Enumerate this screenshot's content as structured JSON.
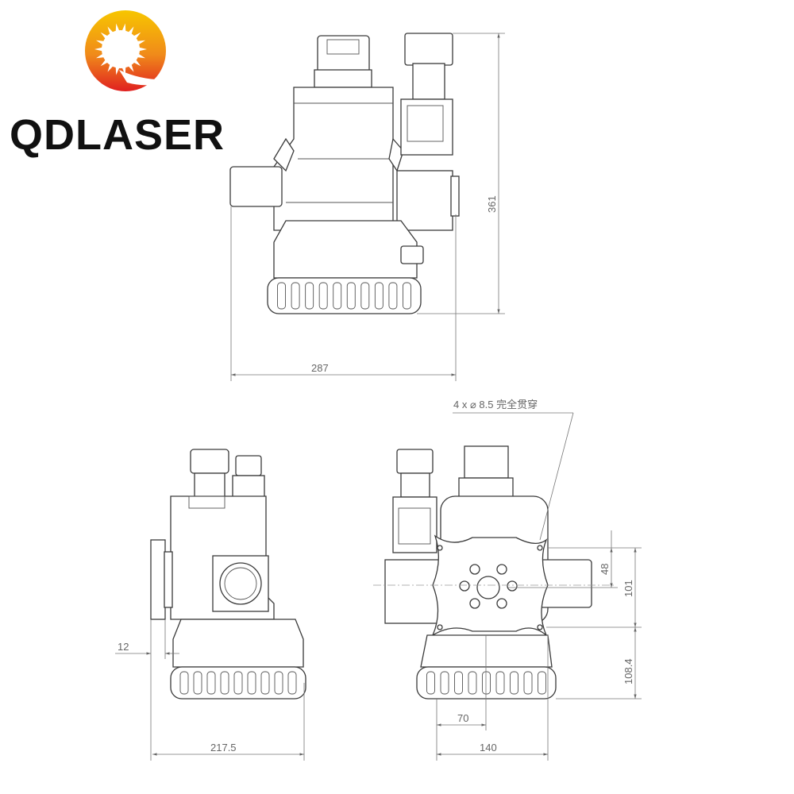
{
  "brand": {
    "name": "QDLASER",
    "colors": {
      "sun_top": "#f5b800",
      "sun_bottom": "#e02020",
      "text": "#111111",
      "accent": "#e0001b"
    }
  },
  "front_view": {
    "width_dim": "287",
    "height_dim": "361"
  },
  "side_view": {
    "flange_dim": "12",
    "width_dim": "217.5"
  },
  "rear_view": {
    "hole_note": "4 x  ⌀ 8.5 完全贯穿",
    "hole_spacing_v_dim": "48",
    "plate_height_dim": "101",
    "lower_height_dim": "108.4",
    "hole_spacing_h_dim": "70",
    "plate_width_dim": "140"
  }
}
